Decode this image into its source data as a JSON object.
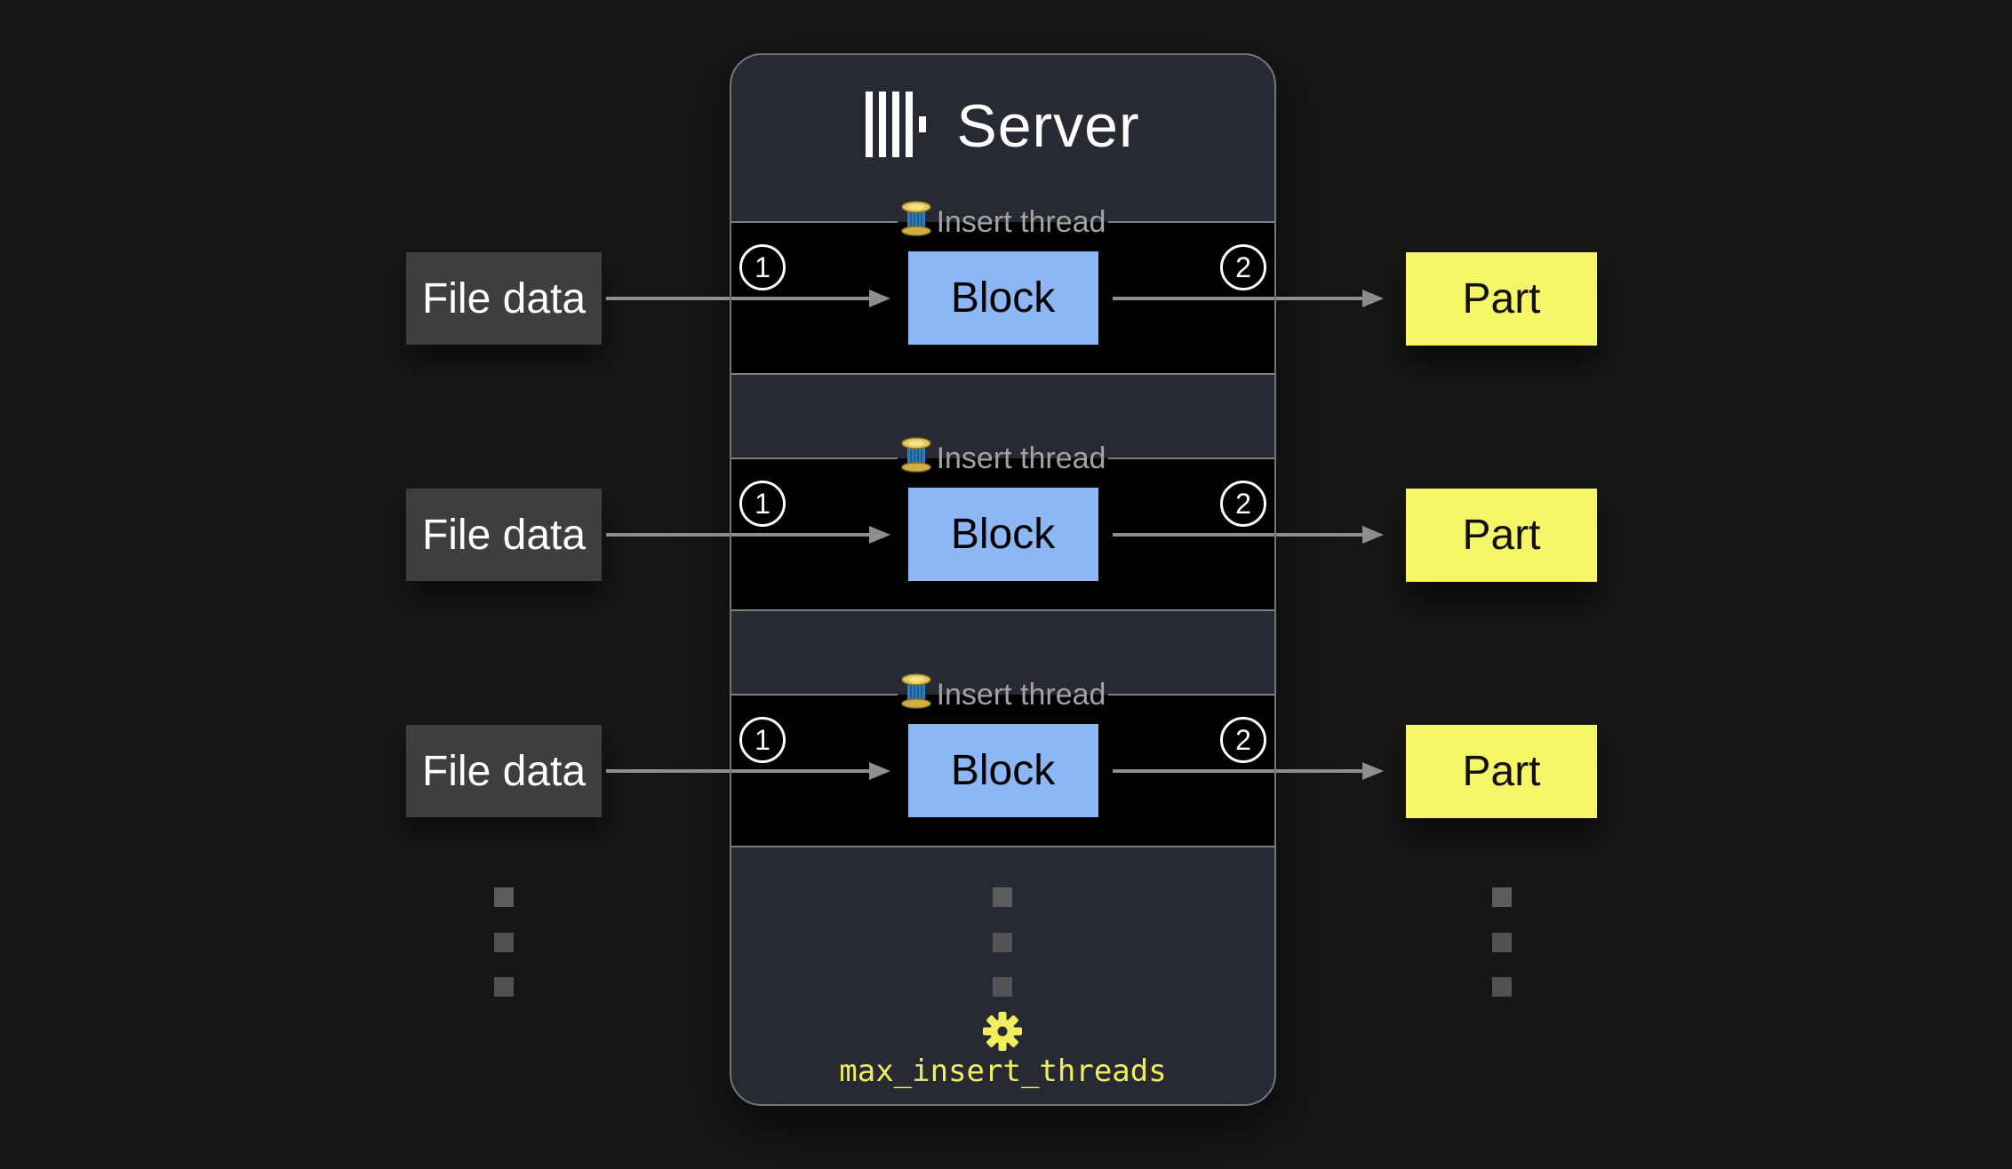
{
  "server": {
    "title": "Server",
    "logo_icon": "clickhouse-logo",
    "setting_label": "max_insert_threads"
  },
  "thread_rows": [
    {
      "legend": "Insert thread",
      "step_in": "1",
      "step_out": "2",
      "block": "Block"
    },
    {
      "legend": "Insert thread",
      "step_in": "1",
      "step_out": "2",
      "block": "Block"
    },
    {
      "legend": "Insert thread",
      "step_in": "1",
      "step_out": "2",
      "block": "Block"
    }
  ],
  "inputs": [
    {
      "label": "File data"
    },
    {
      "label": "File data"
    },
    {
      "label": "File data"
    }
  ],
  "outputs": [
    {
      "label": "Part"
    },
    {
      "label": "Part"
    },
    {
      "label": "Part"
    }
  ],
  "ellipsis": {
    "columns": 3,
    "dots_per_column": 3
  },
  "colors": {
    "background": "#161616",
    "server_bg": "#272a32",
    "server_border": "#70757c",
    "row_bg": "#000000",
    "row_border": "#7d8085",
    "block_bg": "#8cb6f4",
    "file_bg": "#3e3e3e",
    "part_bg": "#f6f567",
    "arrow": "#8e8e8e",
    "legend_text": "#a3a3a3",
    "accent_yellow": "#f0ee5e",
    "dot": "#5c5c5c"
  }
}
